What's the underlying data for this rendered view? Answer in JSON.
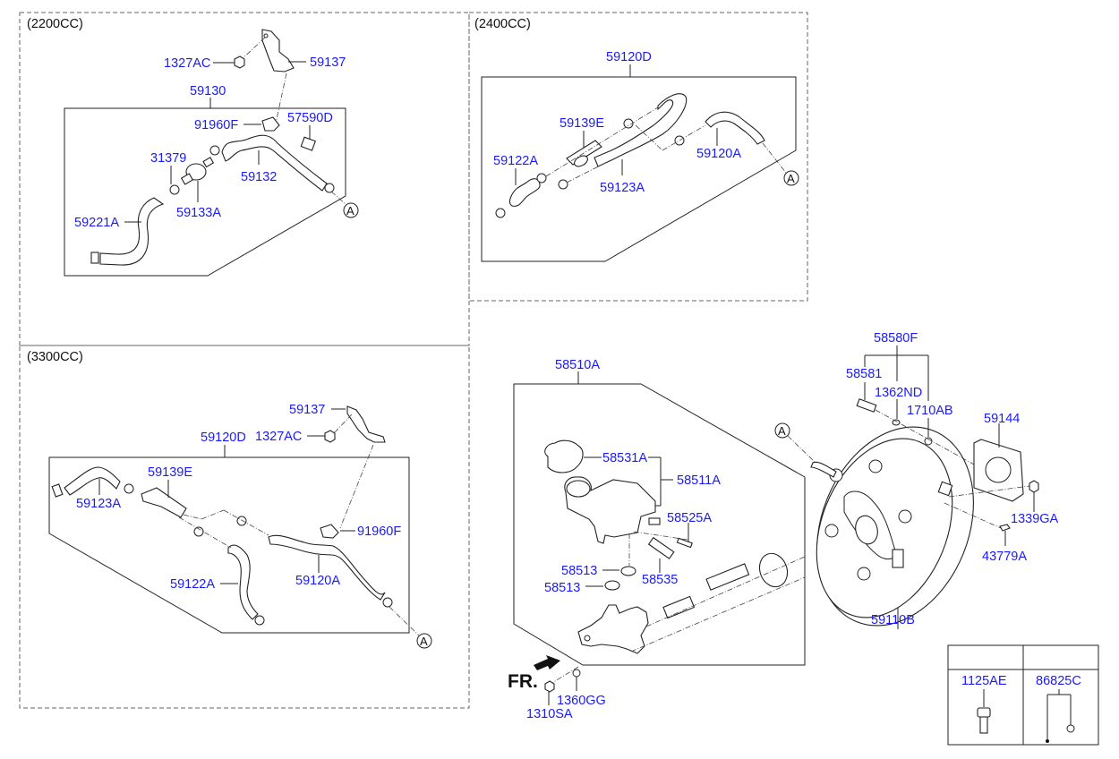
{
  "sections": {
    "s2200": {
      "title": "(2200CC)",
      "labels": {
        "l1327AC": "1327AC",
        "l59137": "59137",
        "l59130": "59130",
        "l91960F": "91960F",
        "l57590D": "57590D",
        "l31379": "31379",
        "l59132": "59132",
        "l59133A": "59133A",
        "l59221A": "59221A"
      },
      "ref": "A"
    },
    "s2400": {
      "title": "(2400CC)",
      "labels": {
        "l59120D": "59120D",
        "l59139E": "59139E",
        "l59122A": "59122A",
        "l59123A": "59123A",
        "l59120A": "59120A"
      },
      "ref": "A"
    },
    "s3300": {
      "title": "(3300CC)",
      "labels": {
        "l59137": "59137",
        "l1327AC": "1327AC",
        "l59120D": "59120D",
        "l59139E": "59139E",
        "l59123A": "59123A",
        "l91960F": "91960F",
        "l59122A": "59122A",
        "l59120A": "59120A"
      },
      "ref": "A"
    },
    "master": {
      "labels": {
        "l58510A": "58510A",
        "l58531A": "58531A",
        "l58511A": "58511A",
        "l58525A": "58525A",
        "l58513a": "58513",
        "l58513b": "58513",
        "l58535": "58535",
        "l1360GG": "1360GG",
        "l1310SA": "1310SA"
      },
      "fr_label": "FR."
    },
    "booster": {
      "labels": {
        "l58580F": "58580F",
        "l58581": "58581",
        "l1362ND": "1362ND",
        "l1710AB": "1710AB",
        "l59144": "59144",
        "l1339GA": "1339GA",
        "l43779A": "43779A",
        "l59110B": "59110B"
      },
      "ref": "A"
    }
  },
  "legend_table": {
    "columns": [
      {
        "part": "1125AE",
        "icon": "bolt-icon"
      },
      {
        "part": "86825C",
        "icon": "clip-icon"
      }
    ]
  },
  "colors": {
    "label": "#1a1aff",
    "line": "#222222"
  }
}
